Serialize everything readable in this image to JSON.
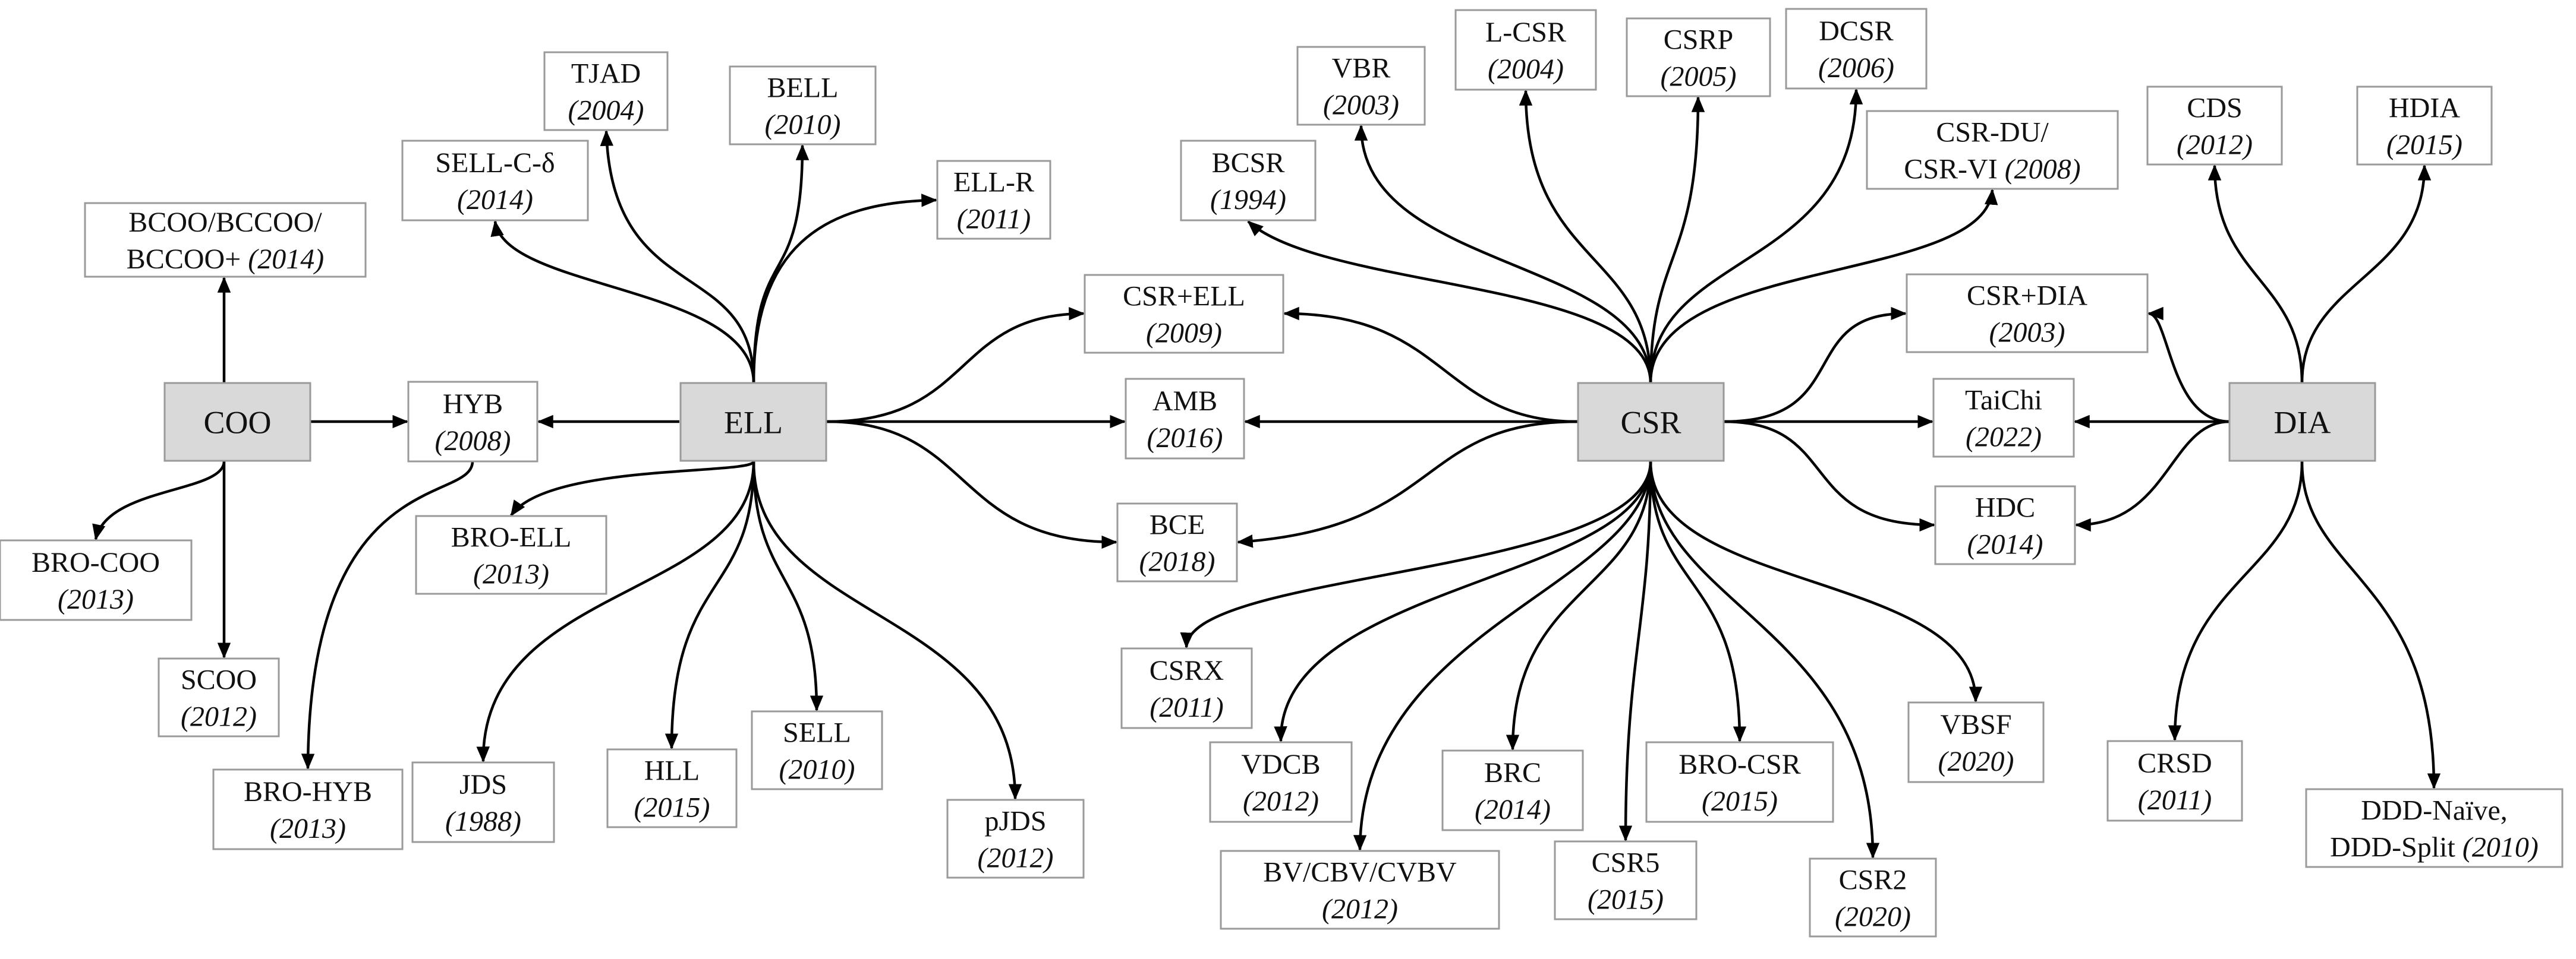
{
  "colors": {
    "core_fill": "#d9d9d9",
    "box_border": "#9a9a9a",
    "edge": "#000000",
    "text": "#111111"
  },
  "nodes": [
    {
      "id": "coo",
      "lines": [
        "COO"
      ],
      "year": "",
      "core": true
    },
    {
      "id": "ell",
      "lines": [
        "ELL"
      ],
      "year": "",
      "core": true
    },
    {
      "id": "csr",
      "lines": [
        "CSR"
      ],
      "year": "",
      "core": true
    },
    {
      "id": "dia",
      "lines": [
        "DIA"
      ],
      "year": "",
      "core": true
    },
    {
      "id": "bcoo",
      "lines": [
        "BCOO/BCCOO/",
        "BCCOO+"
      ],
      "year": "(2014)"
    },
    {
      "id": "bro_coo",
      "lines": [
        "BRO-COO"
      ],
      "year": "(2013)"
    },
    {
      "id": "scoo",
      "lines": [
        "SCOO"
      ],
      "year": "(2012)"
    },
    {
      "id": "hyb",
      "lines": [
        "HYB"
      ],
      "year": "(2008)"
    },
    {
      "id": "bro_hyb",
      "lines": [
        "BRO-HYB"
      ],
      "year": "(2013)"
    },
    {
      "id": "tjad",
      "lines": [
        "TJAD"
      ],
      "year": "(2004)"
    },
    {
      "id": "bell",
      "lines": [
        "BELL"
      ],
      "year": "(2010)"
    },
    {
      "id": "sell_c",
      "lines": [
        "SELL-C-δ"
      ],
      "year": "(2014)"
    },
    {
      "id": "ell_r",
      "lines": [
        "ELL-R"
      ],
      "year": "(2011)"
    },
    {
      "id": "bro_ell",
      "lines": [
        "BRO-ELL"
      ],
      "year": "(2013)"
    },
    {
      "id": "jds",
      "lines": [
        "JDS"
      ],
      "year": "(1988)"
    },
    {
      "id": "hll",
      "lines": [
        "HLL"
      ],
      "year": "(2015)"
    },
    {
      "id": "sell",
      "lines": [
        "SELL"
      ],
      "year": "(2010)"
    },
    {
      "id": "pjds",
      "lines": [
        "pJDS"
      ],
      "year": "(2012)"
    },
    {
      "id": "csr_ell",
      "lines": [
        "CSR+ELL"
      ],
      "year": "(2009)"
    },
    {
      "id": "amb",
      "lines": [
        "AMB"
      ],
      "year": "(2016)"
    },
    {
      "id": "bce",
      "lines": [
        "BCE"
      ],
      "year": "(2018)"
    },
    {
      "id": "vbr",
      "lines": [
        "VBR"
      ],
      "year": "(2003)"
    },
    {
      "id": "lcsr",
      "lines": [
        "L-CSR"
      ],
      "year": "(2004)"
    },
    {
      "id": "csrp",
      "lines": [
        "CSRP"
      ],
      "year": "(2005)"
    },
    {
      "id": "dcsr",
      "lines": [
        "DCSR"
      ],
      "year": "(2006)"
    },
    {
      "id": "bcsr",
      "lines": [
        "BCSR"
      ],
      "year": "(1994)"
    },
    {
      "id": "csr_du",
      "lines": [
        "CSR-DU/",
        "CSR-VI"
      ],
      "year": "(2008)"
    },
    {
      "id": "csr_dia",
      "lines": [
        "CSR+DIA"
      ],
      "year": "(2003)"
    },
    {
      "id": "taichi",
      "lines": [
        "TaiChi"
      ],
      "year": "(2022)"
    },
    {
      "id": "hdc",
      "lines": [
        "HDC"
      ],
      "year": "(2014)"
    },
    {
      "id": "csrx",
      "lines": [
        "CSRX"
      ],
      "year": "(2011)"
    },
    {
      "id": "vdcb",
      "lines": [
        "VDCB"
      ],
      "year": "(2012)"
    },
    {
      "id": "bv",
      "lines": [
        "BV/CBV/CVBV"
      ],
      "year": "(2012)"
    },
    {
      "id": "brc",
      "lines": [
        "BRC"
      ],
      "year": "(2014)"
    },
    {
      "id": "csr5",
      "lines": [
        "CSR5"
      ],
      "year": "(2015)"
    },
    {
      "id": "bro_csr",
      "lines": [
        "BRO-CSR"
      ],
      "year": "(2015)"
    },
    {
      "id": "csr2",
      "lines": [
        "CSR2"
      ],
      "year": "(2020)"
    },
    {
      "id": "vbsf",
      "lines": [
        "VBSF"
      ],
      "year": "(2020)"
    },
    {
      "id": "cds",
      "lines": [
        "CDS"
      ],
      "year": "(2012)"
    },
    {
      "id": "hdia",
      "lines": [
        "HDIA"
      ],
      "year": "(2015)"
    },
    {
      "id": "crsd",
      "lines": [
        "CRSD"
      ],
      "year": "(2011)"
    },
    {
      "id": "ddd",
      "lines": [
        "DDD-Naïve,",
        "DDD-Split"
      ],
      "year": "(2010)"
    }
  ],
  "edges": [
    [
      "coo",
      "bcoo"
    ],
    [
      "coo",
      "hyb"
    ],
    [
      "coo",
      "bro_coo"
    ],
    [
      "coo",
      "scoo"
    ],
    [
      "hyb",
      "bro_hyb"
    ],
    [
      "ell",
      "hyb"
    ],
    [
      "ell",
      "sell_c"
    ],
    [
      "ell",
      "tjad"
    ],
    [
      "ell",
      "bell"
    ],
    [
      "ell",
      "ell_r"
    ],
    [
      "ell",
      "bro_ell"
    ],
    [
      "ell",
      "jds"
    ],
    [
      "ell",
      "hll"
    ],
    [
      "ell",
      "sell"
    ],
    [
      "ell",
      "pjds"
    ],
    [
      "ell",
      "csr_ell"
    ],
    [
      "ell",
      "amb"
    ],
    [
      "ell",
      "bce"
    ],
    [
      "csr",
      "csr_ell"
    ],
    [
      "csr",
      "amb"
    ],
    [
      "csr",
      "bce"
    ],
    [
      "csr",
      "bcsr"
    ],
    [
      "csr",
      "vbr"
    ],
    [
      "csr",
      "lcsr"
    ],
    [
      "csr",
      "csrp"
    ],
    [
      "csr",
      "dcsr"
    ],
    [
      "csr",
      "csr_du"
    ],
    [
      "csr",
      "csr_dia"
    ],
    [
      "csr",
      "taichi"
    ],
    [
      "csr",
      "hdc"
    ],
    [
      "csr",
      "csrx"
    ],
    [
      "csr",
      "vdcb"
    ],
    [
      "csr",
      "bv"
    ],
    [
      "csr",
      "brc"
    ],
    [
      "csr",
      "csr5"
    ],
    [
      "csr",
      "bro_csr"
    ],
    [
      "csr",
      "csr2"
    ],
    [
      "csr",
      "vbsf"
    ],
    [
      "dia",
      "csr_dia"
    ],
    [
      "dia",
      "taichi"
    ],
    [
      "dia",
      "hdc"
    ],
    [
      "dia",
      "cds"
    ],
    [
      "dia",
      "hdia"
    ],
    [
      "dia",
      "crsd"
    ],
    [
      "dia",
      "ddd"
    ]
  ]
}
